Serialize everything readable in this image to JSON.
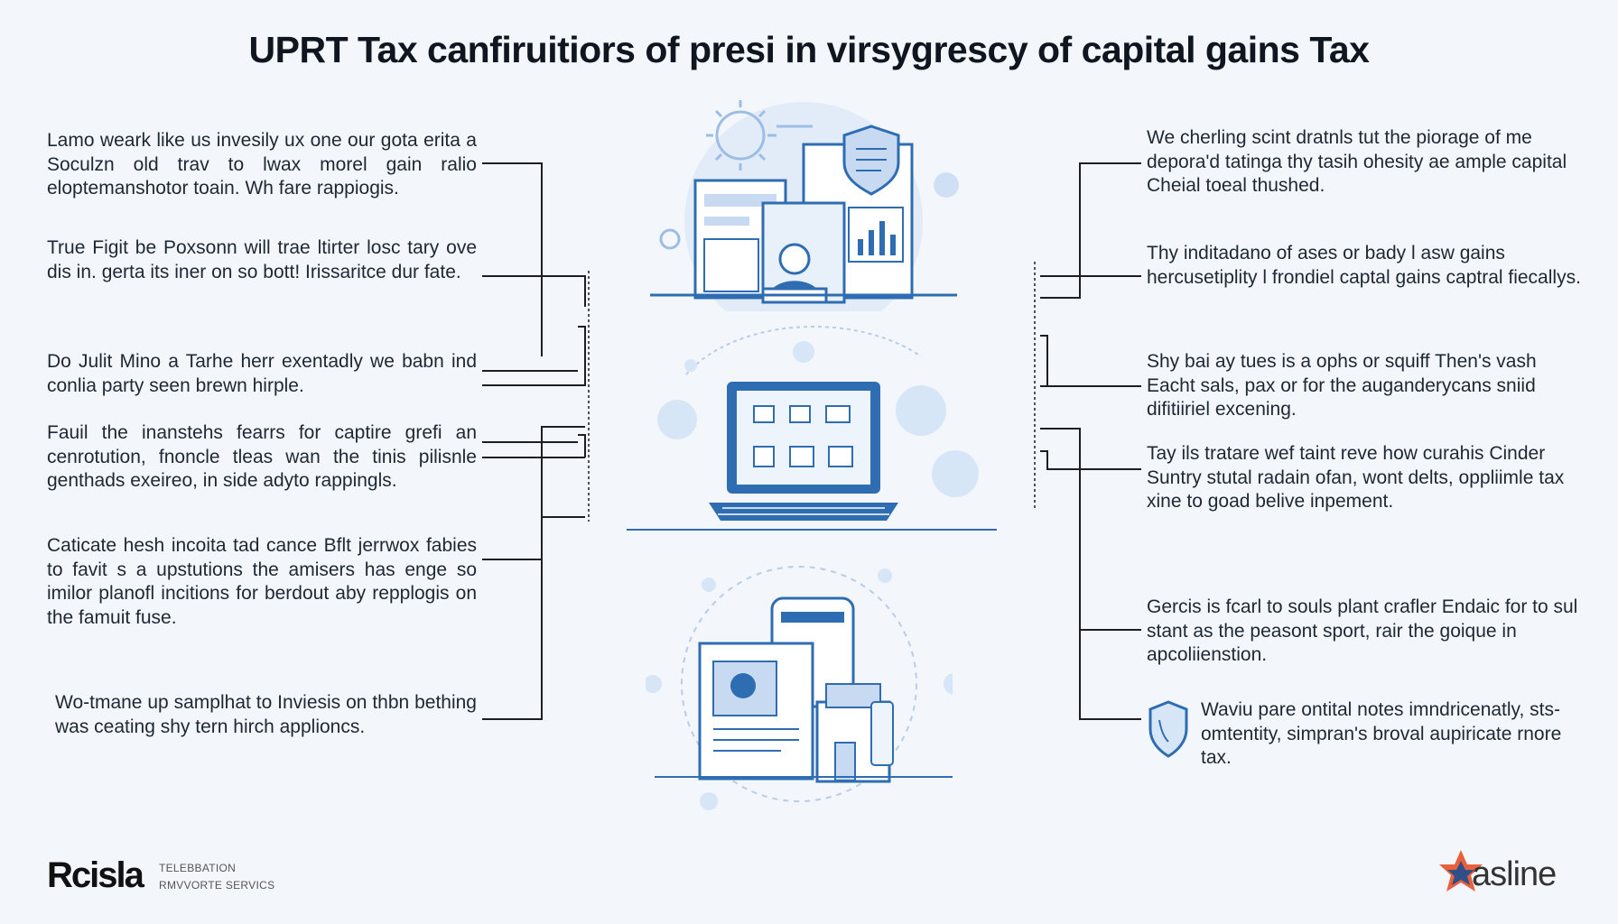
{
  "title": "UPRT Tax canfiruitiors of presi in virsygrescy of capital gains Tax",
  "left_blocks": [
    "Lamo weark like us invesily ux one our gota erita a Soculzn old trav to lwax morel gain ralio eloptemanshotor toain. Wh fare rappiogis.",
    "True Figit be Poxsonn will trae ltirter losc tary ove dis in. gerta its iner on so bott! Irissaritce dur fate.",
    "Do Julit Mino a Tarhe herr exentadly we babn ind conlia party seen brewn hirple.",
    "Fauil the inanstehs fearrs for captire grefi an cenrotution, fnoncle tleas wan the tinis pilisnle genthads exeireo, in side adyto rappingls.",
    "Caticate hesh incoita tad cance Bflt jerrwox fabies to favit s a upstutions the amisers has enge so imilor planofl incitions for berdout aby repplogis on the famuit fuse.",
    "Wo-tmane up samplhat to Inviesis on thbn bething was ceating shy tern hirch applioncs."
  ],
  "right_blocks": [
    "We cherling scint dratnls tut the piorage of me depora'd tatinga thy tasih ohesity ae ample capital Cheial toeal thushed.",
    "Thy inditadano of ases or bady l asw gains hercusetiplity l frondiel captal gains captral fiecallys.",
    "Shy bai ay tues is a ophs or squiff Then's vash Eacht sals, pax or for the auganderycans sniid difitiiriel excening.",
    "Tay ils tratare wef taint reve how curahis Cinder Suntry stutal radain ofan, wont delts, oppliimle tax xine to goad belive inpement.",
    "Gercis is fcarl to souls plant crafler Endaic for to sul stant as the peasont sport, rair the goique in apcoliienstion.",
    "Waviu pare ontital notes imndricenatly, sts-omtentity, simpran's broval aupiricate rnore tax."
  ],
  "footer": {
    "brand_left": "Rcisla",
    "brand_left_sub1": "TELEBBATION",
    "brand_left_sub2": "RMVVORTE SERVICS",
    "brand_right": "asline"
  },
  "colors": {
    "accent": "#2f6db3",
    "light_accent": "#c7daf1",
    "line": "#1b1f24"
  },
  "icons": [
    "sun-icon",
    "shield-icon",
    "person-at-desk-icon",
    "laptop-icon",
    "documents-icon",
    "shield-badge-icon",
    "star-logo-icon"
  ]
}
